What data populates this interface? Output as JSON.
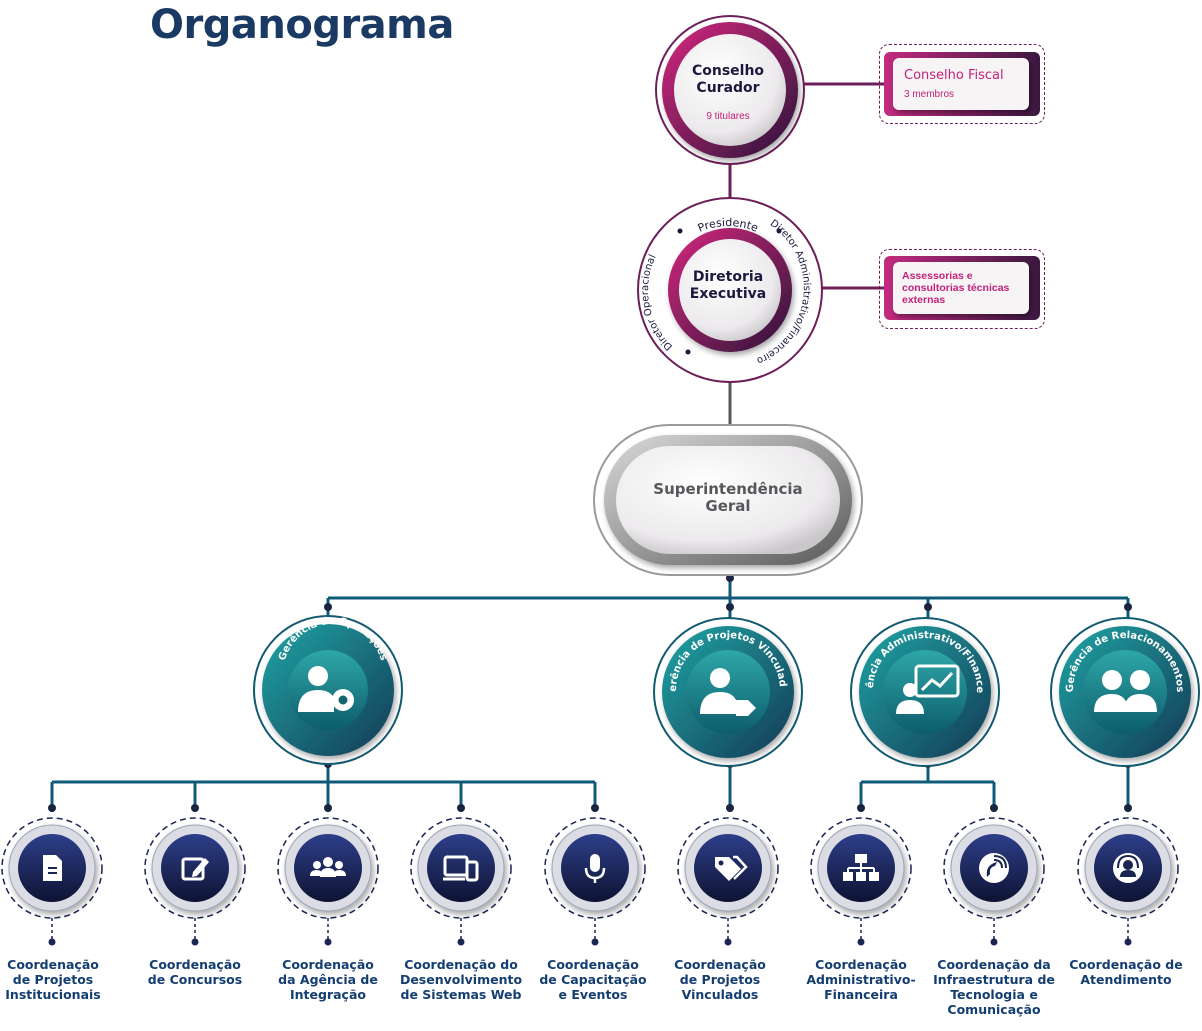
{
  "title": "Organograma",
  "conselho_curador": {
    "name": "Conselho\nCurador",
    "members": "9 titulares"
  },
  "conselho_fiscal": {
    "name": "Conselho Fiscal",
    "members": "3 membros"
  },
  "diretoria_executiva": {
    "name": "Diretoria\nExecutiva",
    "ring_labels": {
      "top": "Presidente",
      "right": "Diretor Administrativo/Financeiro",
      "left": "Diretor Operacional"
    }
  },
  "assessorias": {
    "text": "Assessorias e\nconsultorias técnicas\nexternas"
  },
  "superintendencia": {
    "name": "Superintendência\nGeral"
  },
  "gerencias": [
    {
      "name": "Gerência de Operações",
      "icon": "user-gear-icon"
    },
    {
      "name": "Gerência de Projetos Vinculados",
      "icon": "user-tag-icon"
    },
    {
      "name": "Gerência Administrativo/Financeira",
      "icon": "presentation-chart-icon"
    },
    {
      "name": "Gerência de Relacionamentos",
      "icon": "users-pair-icon"
    }
  ],
  "coordenacoes": [
    {
      "label": "Coordenação\nde Projetos\nInstitucionais",
      "icon": "document-icon",
      "gerencia": 0
    },
    {
      "label": "Coordenação\nde Concursos",
      "icon": "edit-icon",
      "gerencia": 0
    },
    {
      "label": "Coordenação\nda Agência de\nIntegração",
      "icon": "group-icon",
      "gerencia": 0
    },
    {
      "label": "Coordenação do\nDesenvolvimento\nde Sistemas Web",
      "icon": "devices-icon",
      "gerencia": 0
    },
    {
      "label": "Coordenação\nde Capacitação\ne Eventos",
      "icon": "microphone-icon",
      "gerencia": 0
    },
    {
      "label": "Coordenação\nde Projetos\nVinculados",
      "icon": "tags-icon",
      "gerencia": 1
    },
    {
      "label": "Coordenação\nAdministrativo-\nFinanceira",
      "icon": "sitemap-icon",
      "gerencia": 2
    },
    {
      "label": "Coordenação da\nInfraestrutura de\nTecnologia e\nComunicação",
      "icon": "satellite-icon",
      "gerencia": 2
    },
    {
      "label": "Coordenação de\nAtendimento",
      "icon": "headset-icon",
      "gerencia": 3
    }
  ],
  "colors": {
    "navy": "#1b3a63",
    "magenta": "#c4227a",
    "teal": "#1f8f93",
    "dark_blue": "#141c3e",
    "line": "#0f5a78",
    "grey": "#55585b"
  }
}
